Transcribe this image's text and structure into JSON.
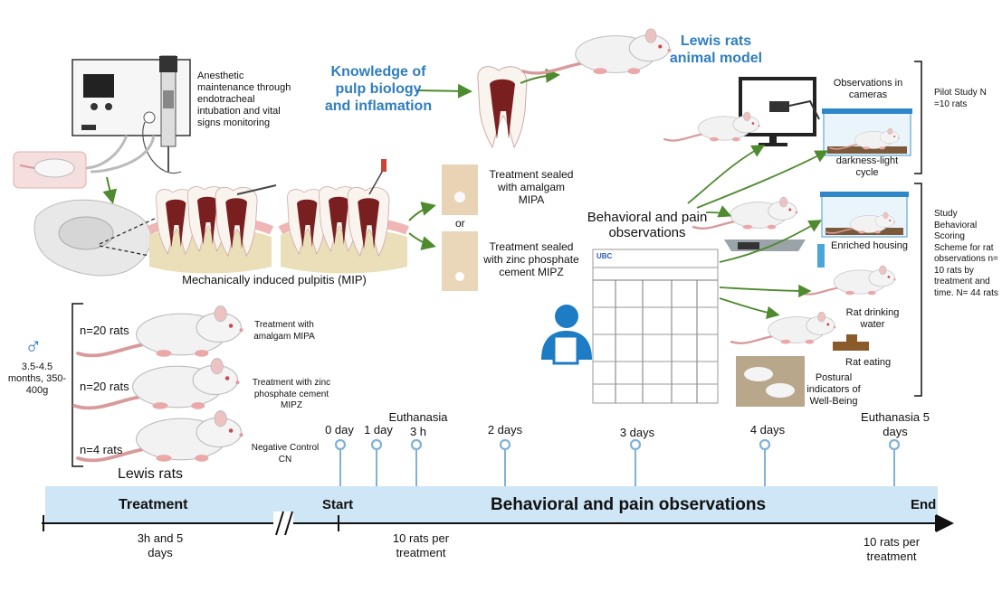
{
  "header": {
    "anesthetic_text": "Anesthetic maintenance through endotracheal intubation and vital signs monitoring",
    "knowledge_text": "Knowledge of pulp biology and inflamation",
    "lewis_model_text": "Lewis rats animal model",
    "mip_label": "Mechanically induced pulpitis (MIP)"
  },
  "treatments": {
    "mipa_text": "Treatment sealed with amalgam MIPA",
    "or_text": "or",
    "mipz_text": "Treatment sealed with zinc phosphate cement MIPZ"
  },
  "observations": {
    "title": "Behavioral and pain observations",
    "form_header": "UBC",
    "cameras": "Observations in cameras",
    "darkness": "darkness-light cycle",
    "enriched": "Enriched housing",
    "drinking": "Rat drinking water",
    "eating": "Rat eating",
    "postural": "Postural indicators of Well-Being"
  },
  "studies": {
    "pilot": "Pilot Study N =10 rats",
    "study": "Study Behavioral Scoring Scheme for rat observations n= 10 rats by treatment and time. N= 44 rats"
  },
  "groups": {
    "sex_symbol": "♂",
    "demographics": "3.5-4.5 months, 350-400g",
    "items": [
      {
        "n": "n=20 rats",
        "label": "Treatment with amalgam MIPA"
      },
      {
        "n": "n=20 rats",
        "label": "Treatment with zinc phosphate cement MIPZ"
      },
      {
        "n": "n=4 rats",
        "label": "Negative Control CN"
      }
    ],
    "caption": "Lewis rats"
  },
  "timeline": {
    "treatment": "Treatment",
    "start": "Start",
    "center": "Behavioral and pain observations",
    "end": "End",
    "markers": [
      {
        "label": "0 day"
      },
      {
        "label": "1 day"
      },
      {
        "label": "Euthanasia 3 h"
      },
      {
        "label": "2 days"
      },
      {
        "label": "3 days"
      },
      {
        "label": "4 days"
      },
      {
        "label": "Euthanasia 5 days"
      }
    ],
    "treatment_duration": "3h and 5 days",
    "rats_per_treatment_1": "10 rats per treatment",
    "rats_per_treatment_2": "10 rats per treatment"
  },
  "colors": {
    "accent_blue": "#2f7ec0",
    "timeline_bar": "#cfe6f6",
    "arrow_green": "#4e8a2e",
    "rat_body": "#f2f2f2",
    "rat_tail": "#d89a9a",
    "tooth_pink": "#f0b5b5"
  }
}
